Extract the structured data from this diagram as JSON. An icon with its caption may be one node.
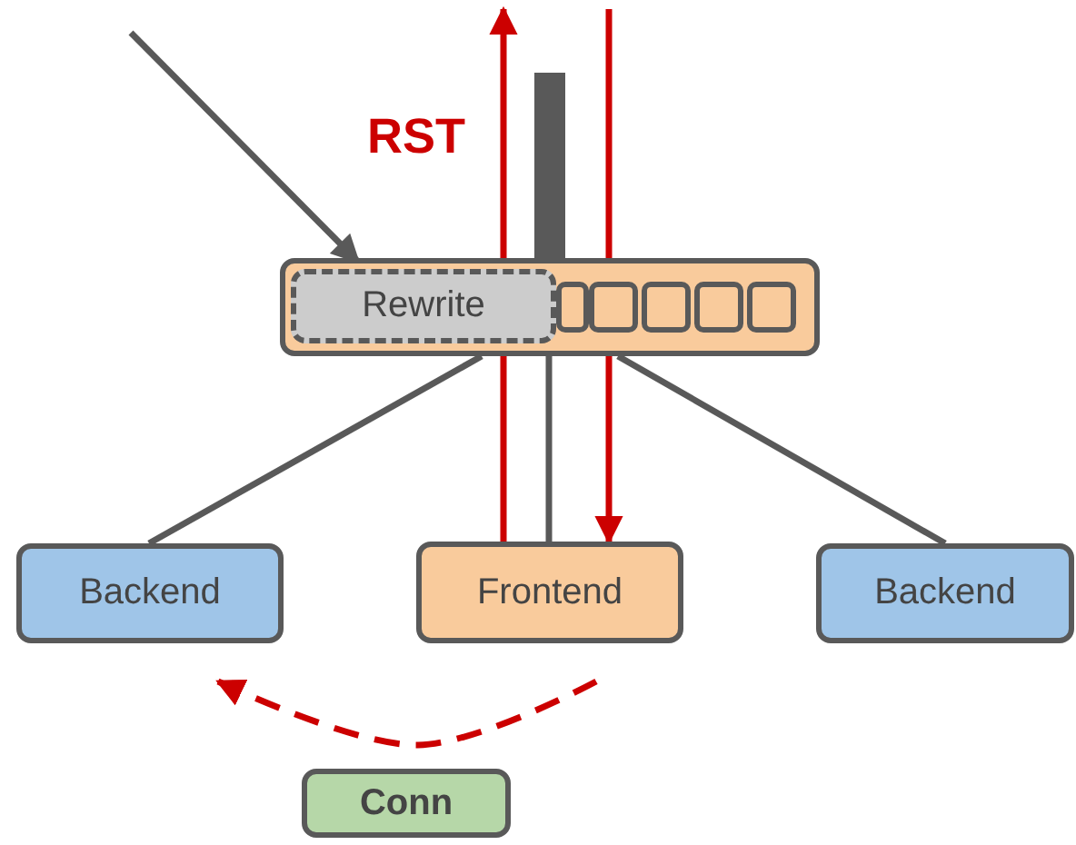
{
  "diagram": {
    "nodes": [
      {
        "text": [],
        "shape": "box"
      },
      {
        "text": [
          "Rewrite"
        ],
        "in": 0
      },
      {
        "text": [],
        "shape": "box",
        "in": 0
      },
      {
        "text": [],
        "shape": "box",
        "in": 0
      },
      {
        "text": [],
        "shape": "box",
        "in": 0
      },
      {
        "text": [],
        "shape": "box",
        "in": 0
      },
      {
        "text": [],
        "shape": "box",
        "in": 0
      },
      {
        "text": [],
        "shape": "bar"
      },
      {
        "text": [
          "Backend"
        ]
      },
      {
        "text": [
          "Frontend"
        ]
      },
      {
        "text": [
          "Backend"
        ]
      },
      {
        "text": [
          "Conn"
        ]
      }
    ],
    "edges": [
      {
        "from": null,
        "to": 1,
        "arrow": "to"
      },
      {
        "from": 0,
        "to": 8,
        "arrow": "none"
      },
      {
        "from": 0,
        "to": 10,
        "arrow": "none"
      },
      {
        "from": 0,
        "to": 9,
        "arrow": "none"
      },
      {
        "from": 9,
        "to": null,
        "arrow": "to",
        "color": "#cc0000"
      },
      {
        "from": null,
        "to": 9,
        "arrow": "to",
        "color": "#cc0000"
      },
      {
        "from": 9,
        "to": 8,
        "arrow": "to",
        "style": "dashed",
        "color": "#cc0000"
      }
    ],
    "labels": [
      "RST"
    ]
  }
}
